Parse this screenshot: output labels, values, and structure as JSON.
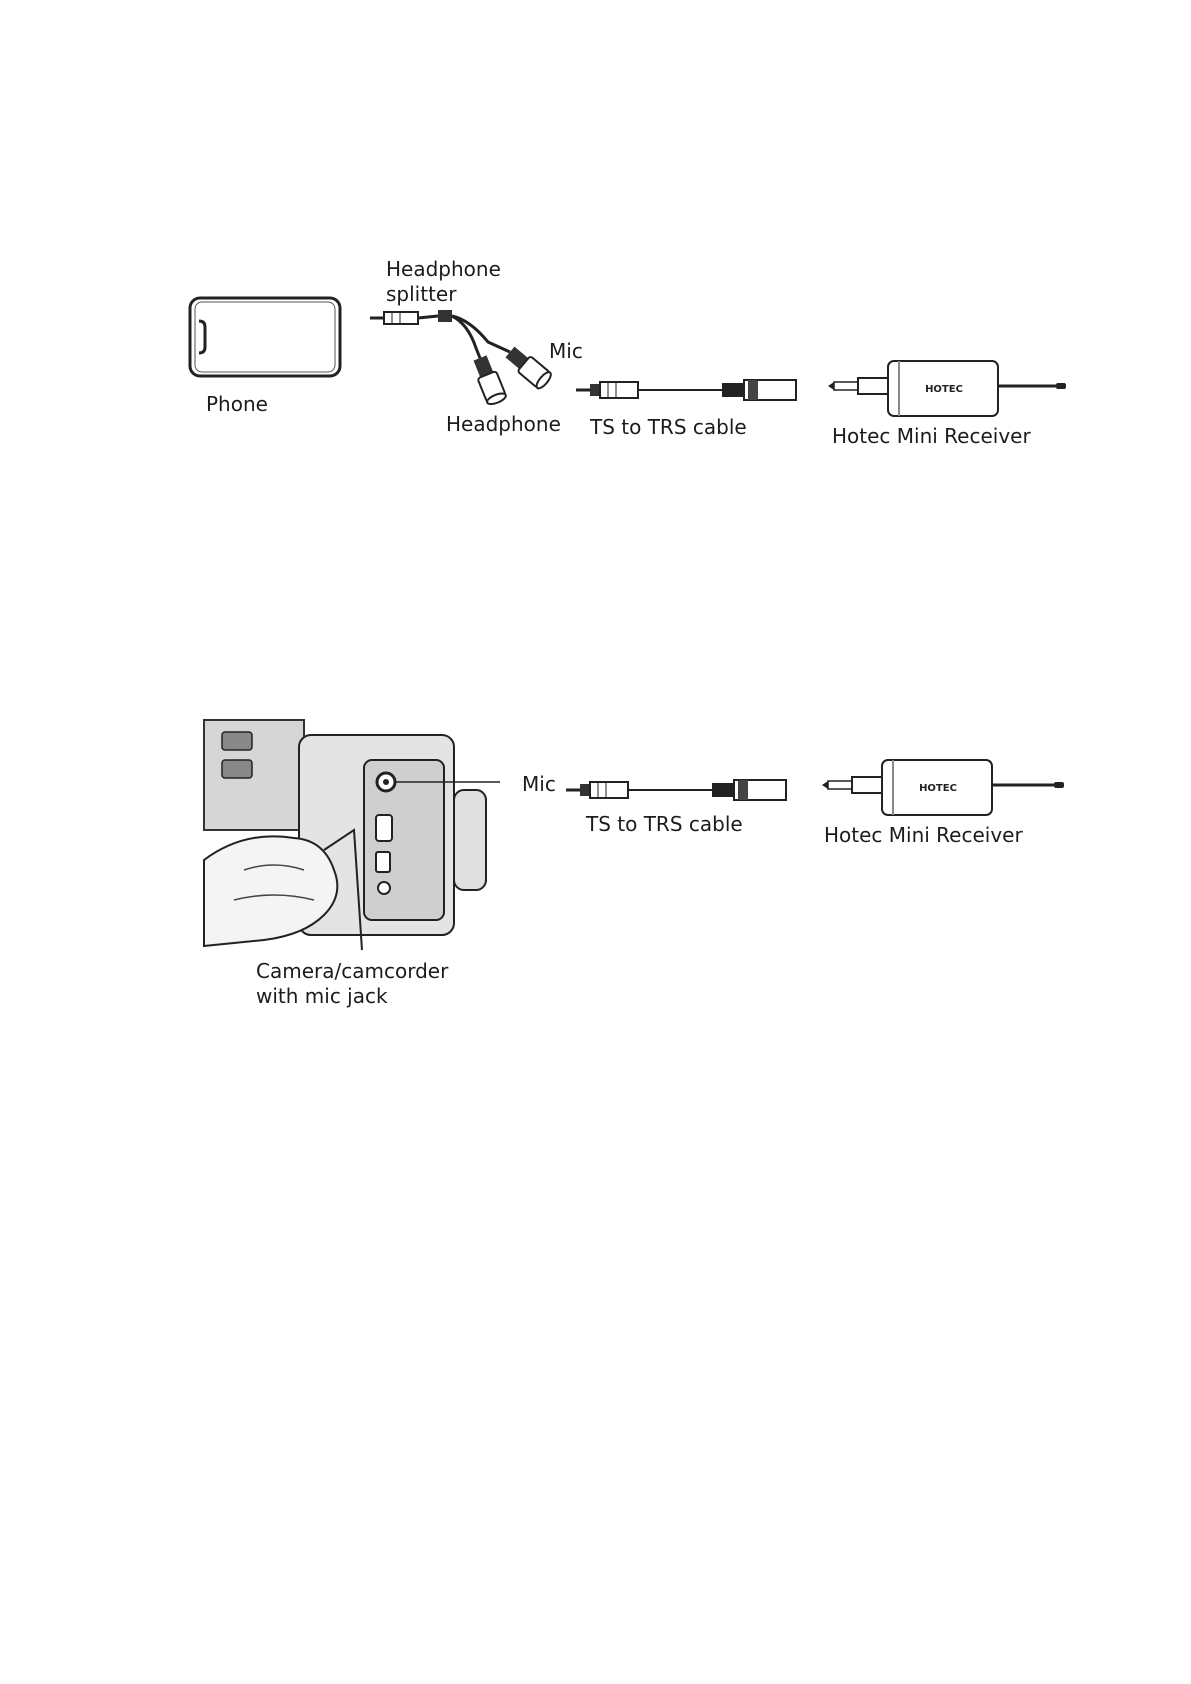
{
  "diagram1": {
    "phone_label": "Phone",
    "splitter_label": "Headphone\nsplitter",
    "mic_label": "Mic",
    "headphone_label": "Headphone",
    "cable_label": "TS to TRS cable",
    "receiver_label": "Hotec Mini Receiver",
    "receiver_brand": "HOTEC"
  },
  "diagram2": {
    "camera_label": "Camera/camcorder\nwith mic jack",
    "mic_label": "Mic",
    "cable_label": "TS to TRS cable",
    "receiver_label": "Hotec Mini Receiver",
    "receiver_brand": "HOTEC"
  }
}
